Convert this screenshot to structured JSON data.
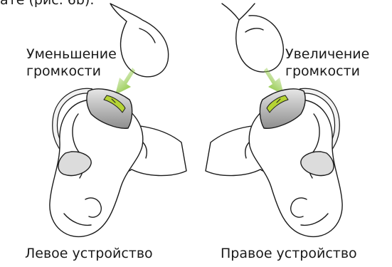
{
  "top_text": "ате (рис. 6b).",
  "left": {
    "label_line1": "Уменьшение",
    "label_line2": "громкости",
    "caption": "Левое устройство"
  },
  "right": {
    "label_line1": "Увеличение",
    "label_line2": "громкости",
    "caption": "Правое устройство"
  },
  "colors": {
    "arrow_green": "#8cc63f",
    "device_gray": "#9a9a9a",
    "device_light": "#d8d8d8",
    "button_green": "#b5d334",
    "outline": "#1a1a1a"
  }
}
